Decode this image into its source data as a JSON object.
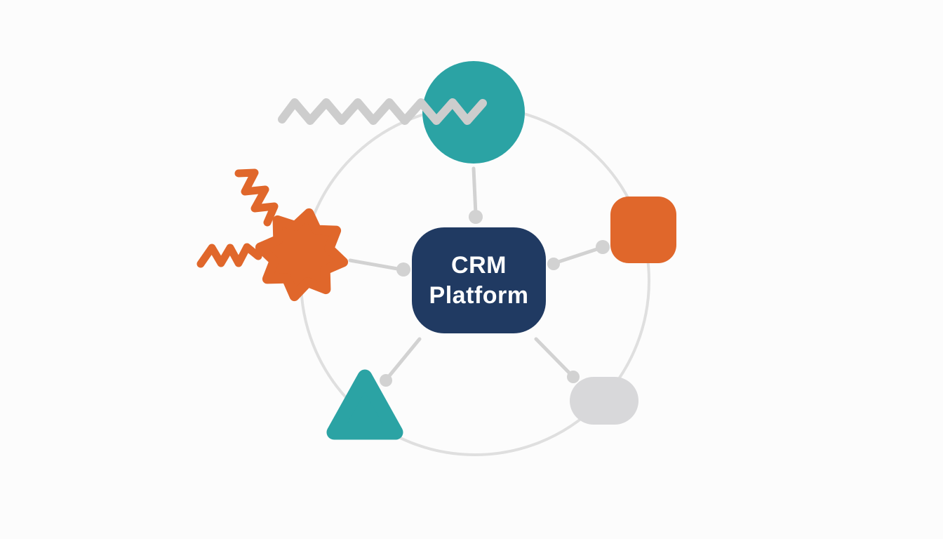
{
  "background": "#FCFCFC",
  "diagram": {
    "center_node": {
      "label_line1": "CRM",
      "label_line2": "Platform",
      "shape": "rounded-rectangle",
      "fill": "#203A62",
      "text_color": "#FFFFFF"
    },
    "nodes": [
      {
        "id": "circle-node",
        "shape": "circle",
        "position": "top",
        "fill": "#2BA3A4"
      },
      {
        "id": "square-node",
        "shape": "rounded-square",
        "position": "right",
        "fill": "#E0672B"
      },
      {
        "id": "pill-node",
        "shape": "pill",
        "position": "bottom-right",
        "fill": "#D8D8DA"
      },
      {
        "id": "triangle-node",
        "shape": "rounded-triangle",
        "position": "bottom-left",
        "fill": "#2BA3A4"
      },
      {
        "id": "starburst-node",
        "shape": "eight-point-starburst",
        "position": "left",
        "fill": "#E0672B"
      }
    ],
    "decorations": [
      {
        "id": "gray-zigzag",
        "color": "#CDCDCD",
        "description": "long zigzag line crossing the top circle"
      },
      {
        "id": "orange-zigzag-diagonal",
        "color": "#E0672B",
        "description": "staircase zigzag above the starburst"
      },
      {
        "id": "orange-zigzag-horizontal",
        "color": "#E0672B",
        "description": "small zigzag left of the starburst"
      }
    ],
    "ring_color": "#DFDFDF",
    "connector_color": "#D2D2D2"
  }
}
